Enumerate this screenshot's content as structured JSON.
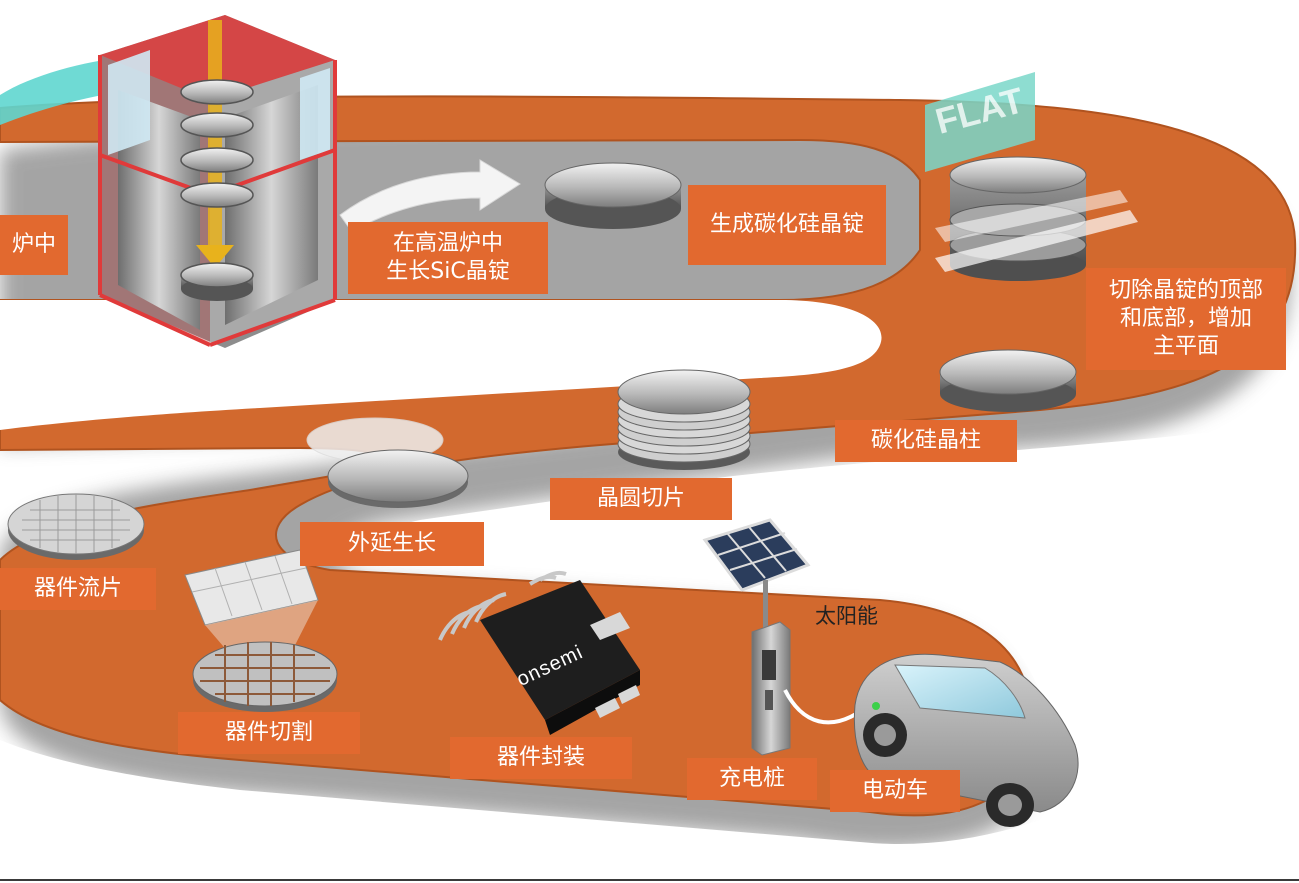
{
  "steps": {
    "furnace_partial": "炉中",
    "grow_ingot_line1": "在高温炉中",
    "grow_ingot_line2": "生长SiC晶锭",
    "ingot_formed": "生成碳化硅晶锭",
    "cut_line1": "切除晶锭的顶部",
    "cut_line2": "和底部，增加",
    "cut_line3": "主平面",
    "boule": "碳化硅晶柱",
    "wafer_slicing": "晶圆切片",
    "epitaxy": "外延生长",
    "device_fab": "器件流片",
    "dicing": "器件切割",
    "packaging": "器件封装",
    "charging_pile": "充电桩",
    "ev": "电动车"
  },
  "solar_label": "太阳能",
  "flat_text": "FLAT",
  "brand_text": "onsemi",
  "colors": {
    "road": "#d2692e",
    "label_bg": "#e2692f",
    "furnace_red": "#e03a3a",
    "teal_arrow": "#5fd6cf",
    "yellow_arrow": "#e8b21c"
  }
}
